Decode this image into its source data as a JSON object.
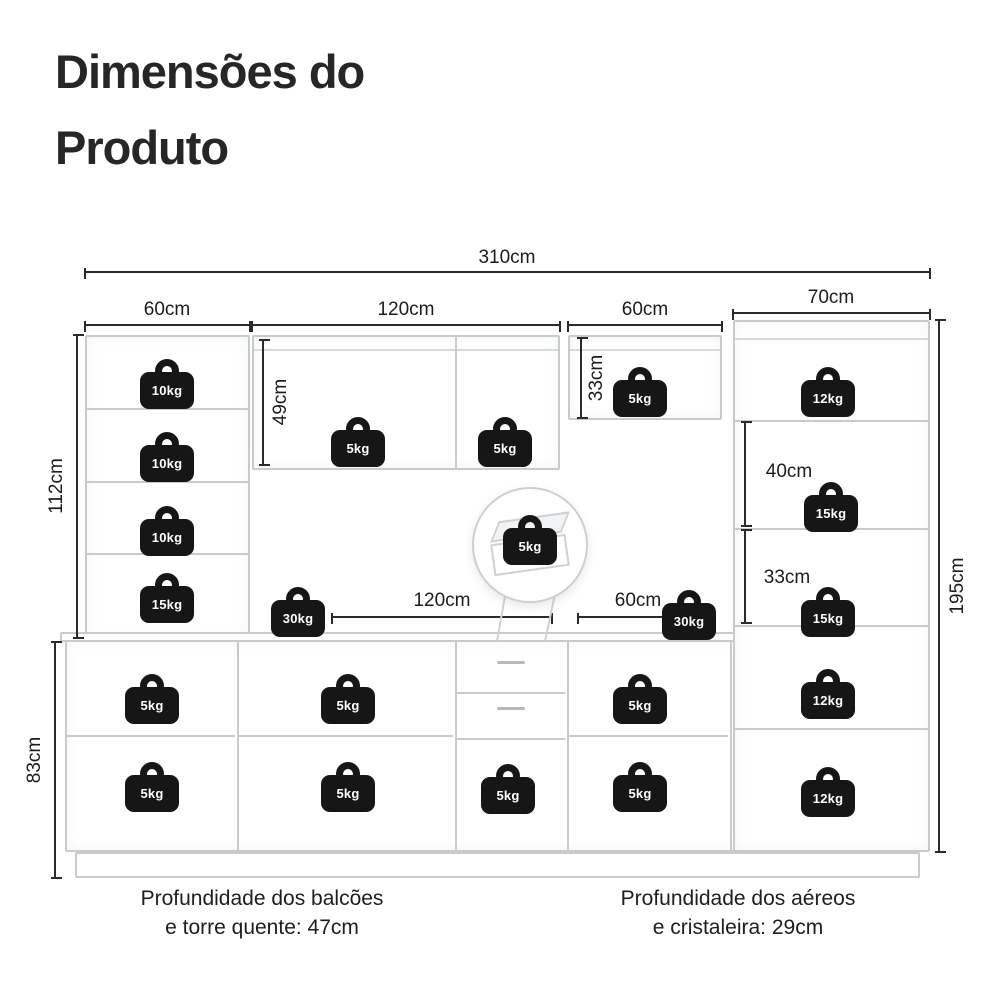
{
  "title": {
    "line1": "Dimensões do",
    "line2": "Produto"
  },
  "dimensions": {
    "total_width": "310cm",
    "upper_left_width": "60cm",
    "upper_mid_width": "120cm",
    "upper_right_width": "60cm",
    "tall_cabinet_width": "70cm",
    "upper_mid_height": "49cm",
    "upper_right_height": "33cm",
    "left_tower_height": "112cm",
    "tall_section_upper_height": "40cm",
    "tall_section_lower_height": "33cm",
    "total_height": "195cm",
    "counter_mid_width": "120cm",
    "counter_right_width": "60cm",
    "base_height": "83cm"
  },
  "badges": [
    {
      "label": "10kg"
    },
    {
      "label": "10kg"
    },
    {
      "label": "10kg"
    },
    {
      "label": "15kg"
    },
    {
      "label": "5kg"
    },
    {
      "label": "5kg"
    },
    {
      "label": "5kg"
    },
    {
      "label": "12kg"
    },
    {
      "label": "15kg"
    },
    {
      "label": "15kg"
    },
    {
      "label": "30kg"
    },
    {
      "label": "30kg"
    },
    {
      "label": "5kg"
    },
    {
      "label": "5kg"
    },
    {
      "label": "5kg"
    },
    {
      "label": "5kg"
    },
    {
      "label": "5kg"
    },
    {
      "label": "5kg"
    },
    {
      "label": "5kg"
    },
    {
      "label": "5kg"
    },
    {
      "label": "12kg"
    },
    {
      "label": "12kg"
    }
  ],
  "footer": {
    "left_line1": "Profundidade dos balcões",
    "left_line2": "e torre quente: 47cm",
    "right_line1": "Profundidade dos aéreos",
    "right_line2": "e cristaleira: 29cm"
  },
  "colors": {
    "badge": "#161616",
    "cabinet_outline": "#c7cbce",
    "dimension_line": "#2b2b2b",
    "text": "#1d1d1d"
  }
}
